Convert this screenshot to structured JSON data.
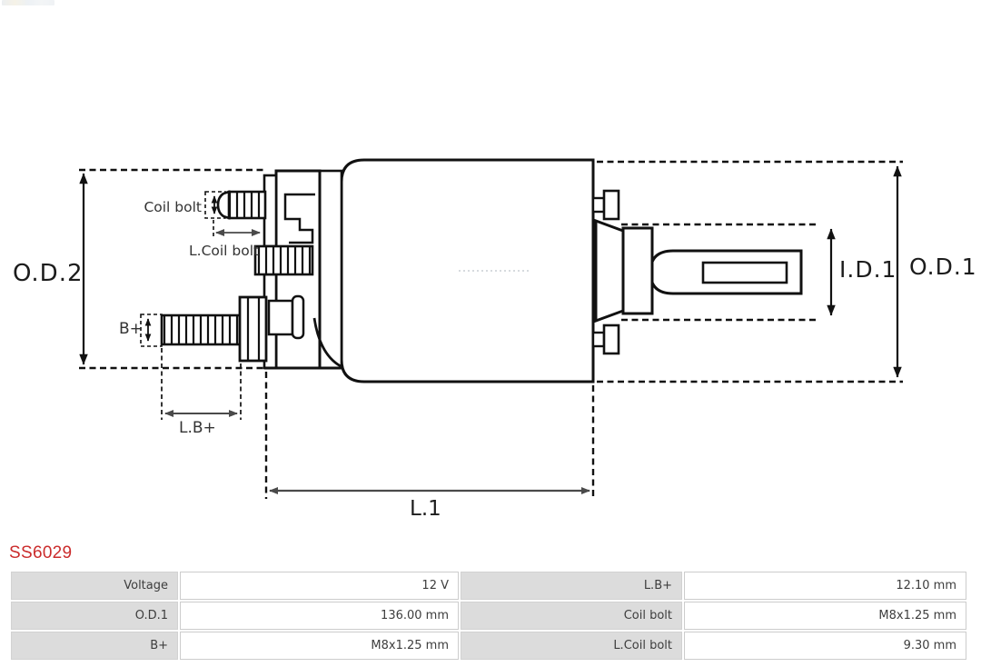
{
  "product": {
    "code": "SS6029",
    "code_color": "#cb2c2c"
  },
  "diagram": {
    "labels": {
      "od2": "O.D.2",
      "coil_bolt": "Coil bolt",
      "l_coil_bolt": "L.Coil bolt",
      "b_plus": "B+",
      "l_b_plus": "L.B+",
      "l1": "L.1",
      "id1": "I.D.1",
      "od1": "O.D.1"
    },
    "line_color": "#111111",
    "dim_arrow_color": "#4a4a4a"
  },
  "spec_table": {
    "rows": [
      {
        "label1": "Voltage",
        "value1": "12 V",
        "label2": "L.B+",
        "value2": "12.10 mm"
      },
      {
        "label1": "O.D.1",
        "value1": "136.00 mm",
        "label2": "Coil bolt",
        "value2": "M8x1.25 mm"
      },
      {
        "label1": "B+",
        "value1": "M8x1.25 mm",
        "label2": "L.Coil bolt",
        "value2": "9.30 mm"
      }
    ]
  }
}
